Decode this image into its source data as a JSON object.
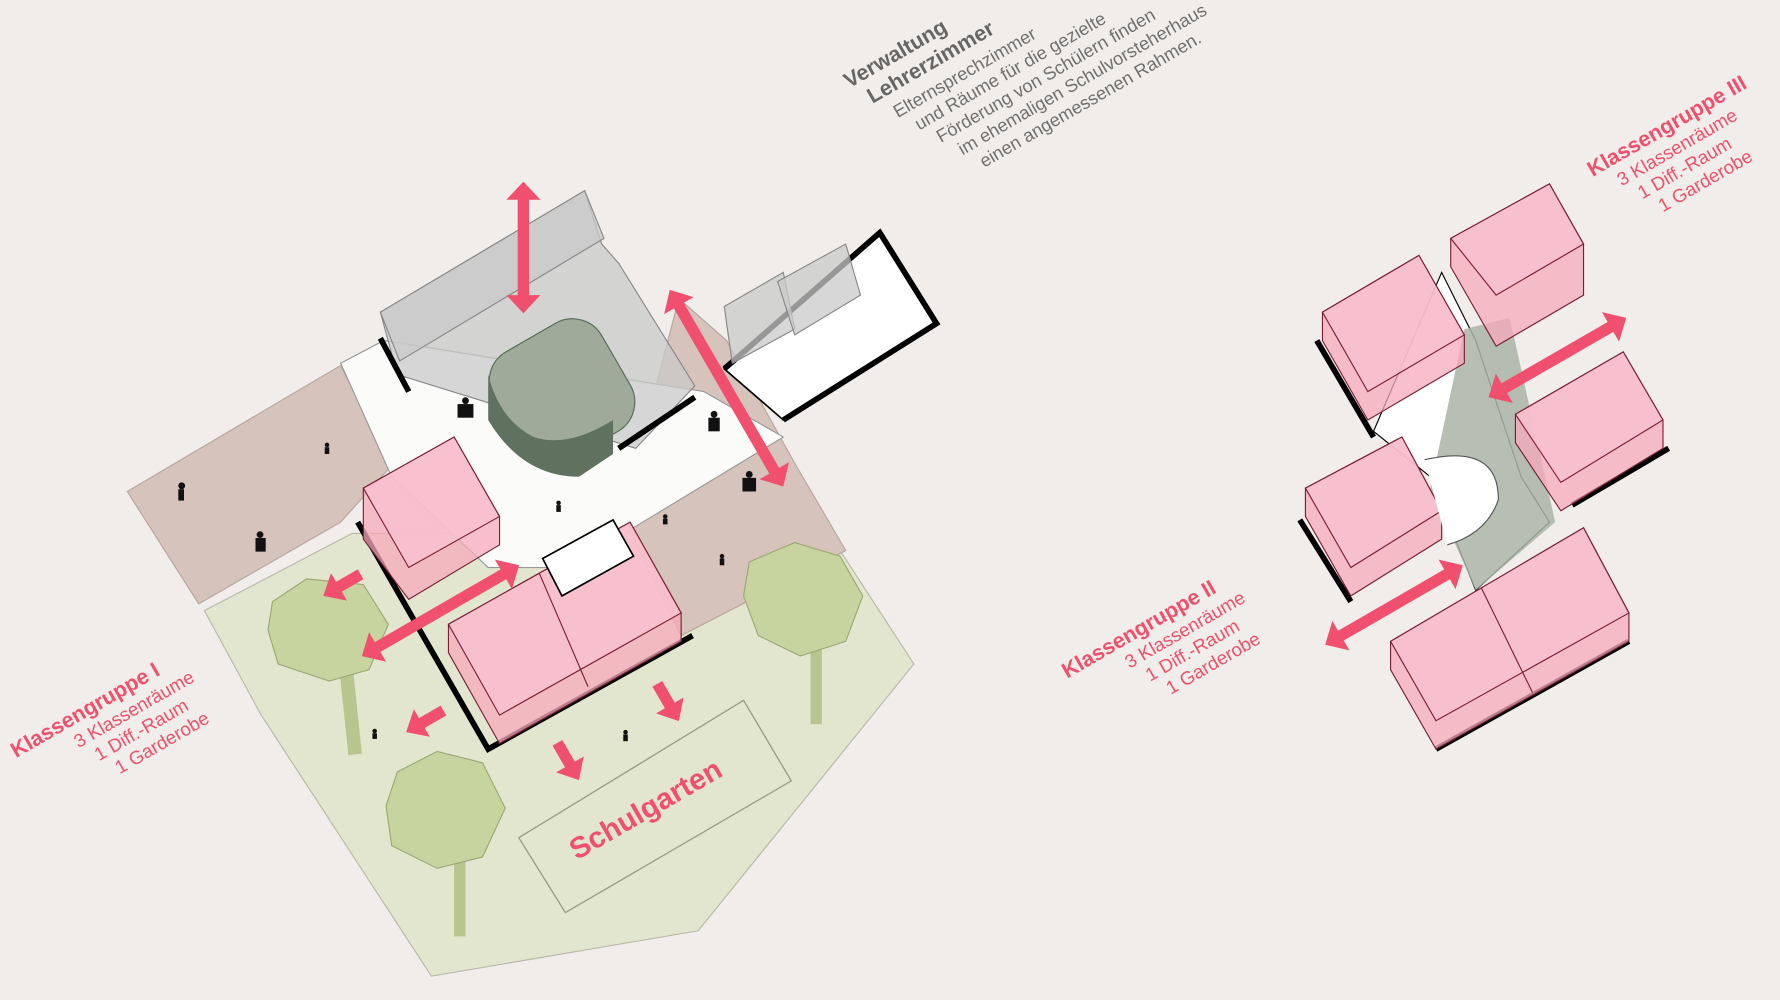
{
  "verwaltung": {
    "title_1": "Verwaltung",
    "title_2": "Lehrerzimmer",
    "lines": [
      "Elternsprechzimmer",
      "und Räume für die gezielte",
      "Förderung von Schülern finden",
      "im ehemaligen Schulvorsteherhaus",
      "einen angemessenen Rahmen."
    ]
  },
  "groups": [
    {
      "title": "Klassengruppe I",
      "lines": [
        "3 Klassenräume",
        "1 Diff.-Raum",
        "1 Garderobe"
      ]
    },
    {
      "title": "Klassengruppe II",
      "lines": [
        "3 Klassenräume",
        "1 Diff.-Raum",
        "1 Garderobe"
      ]
    },
    {
      "title": "Klassengruppe III",
      "lines": [
        "3 Klassenräume",
        "1 Diff.-Raum",
        "1 Garderobe"
      ]
    }
  ],
  "garden_label": "Schulgarten",
  "colors": {
    "background": "#f0edea",
    "accent": "#f0506e",
    "garden": "#e3e6cf",
    "plaza": "#d6c3bb",
    "tree": "#c8d49f",
    "core": "#9faa9a"
  }
}
